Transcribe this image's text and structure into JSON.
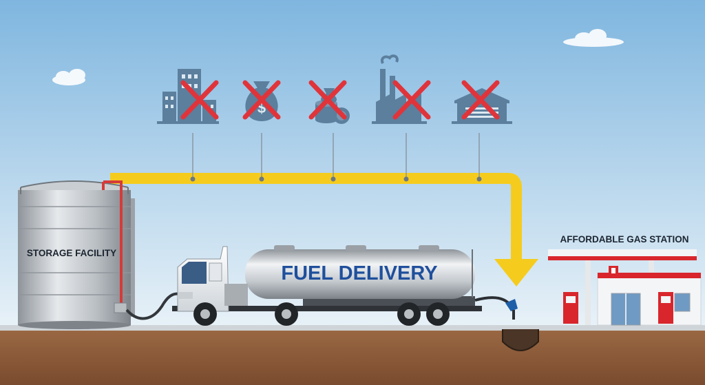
{
  "labels": {
    "storage": "STORAGE FACILITY",
    "truck": "FUEL DELIVERY",
    "station": "AFFORDABLE GAS STATION"
  },
  "eliminated_icons": [
    {
      "name": "office-buildings-icon"
    },
    {
      "name": "money-bag-icon"
    },
    {
      "name": "coins-icon"
    },
    {
      "name": "factory-icon"
    },
    {
      "name": "warehouse-icon"
    }
  ],
  "colors": {
    "sky_top": "#7fb6df",
    "sky_bottom": "#e9f2f8",
    "ground": "#8a5a3a",
    "flow_arrow": "#f5cc1d",
    "cross": "#e0343b",
    "icon": "#5b7f9d",
    "truck_text": "#1f4f9c",
    "station_red": "#d8262c"
  }
}
